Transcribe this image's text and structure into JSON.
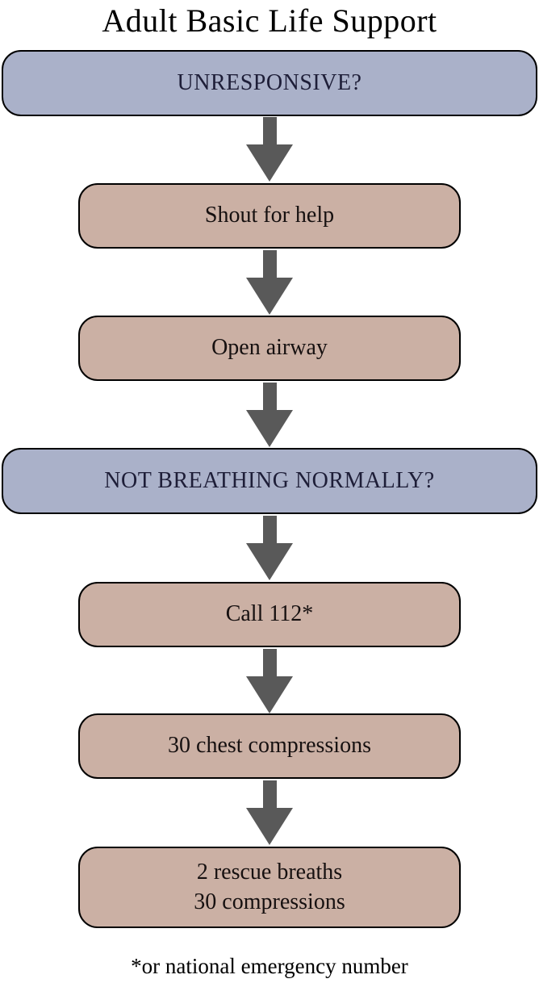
{
  "title": "Adult Basic Life Support",
  "footnote": "*or national emergency number",
  "colors": {
    "assessment_fill": "#aab1c9",
    "action_fill": "#cbb0a4",
    "arrow_color": "#595959",
    "border_color": "#000000",
    "background": "#ffffff",
    "assessment_text": "#1e1e38",
    "action_text": "#161010",
    "title_text": "#000000"
  },
  "chart_data": {
    "type": "flowchart",
    "title": "Adult Basic Life Support",
    "nodes": [
      {
        "id": "unresponsive",
        "label": "UNRESPONSIVE?",
        "type": "assessment",
        "order": 1
      },
      {
        "id": "shout-for-help",
        "label": "Shout for help",
        "type": "action",
        "order": 2
      },
      {
        "id": "open-airway",
        "label": "Open airway",
        "type": "action",
        "order": 3
      },
      {
        "id": "not-breathing-normally",
        "label": "NOT BREATHING NORMALLY?",
        "type": "assessment",
        "order": 4
      },
      {
        "id": "call-112",
        "label": "Call 112*",
        "type": "action",
        "order": 5
      },
      {
        "id": "chest-compressions",
        "label": "30 chest compressions",
        "type": "action",
        "order": 6
      },
      {
        "id": "rescue-breaths",
        "label": "2 rescue breaths\n30 compressions",
        "type": "action",
        "order": 7
      }
    ],
    "edges": [
      {
        "from": "unresponsive",
        "to": "shout-for-help"
      },
      {
        "from": "shout-for-help",
        "to": "open-airway"
      },
      {
        "from": "open-airway",
        "to": "not-breathing-normally"
      },
      {
        "from": "not-breathing-normally",
        "to": "call-112"
      },
      {
        "from": "call-112",
        "to": "chest-compressions"
      },
      {
        "from": "chest-compressions",
        "to": "rescue-breaths"
      }
    ],
    "footnote": "*or national emergency number"
  }
}
